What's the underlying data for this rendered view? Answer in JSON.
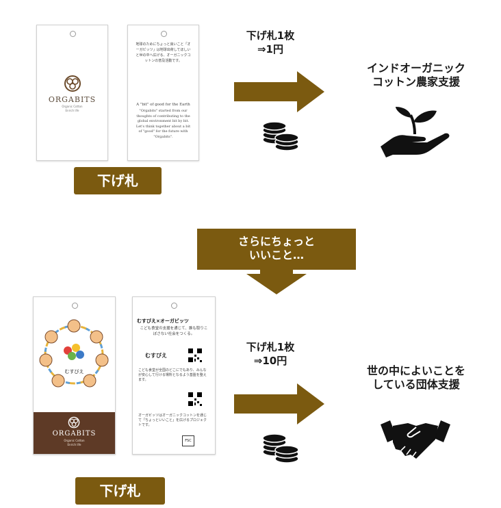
{
  "colors": {
    "accent": "#7b5a10",
    "accent_light": "#8a6714",
    "tag_brown": "#5e3a26"
  },
  "top": {
    "tag_front": {
      "brand": "ORGABITS",
      "subtitle": "Organic Cotton",
      "sub2": "Enrich life"
    },
    "tag_back": {
      "text_jp": "地球のためにちょっと良いこと「オーガビッツ」は地球出荷してほしいと世の中へ広げる、オーガニックコットンの普及活動です。",
      "text_en_title": "A \"bit\" of good for the Earth",
      "text_en": "\"Orgabits\" started from our thoughts of contributing to the global environment bit by bit. Let's think together about a bit of \"good\" for the future with \"Orgabits\"."
    },
    "label": "下げ札",
    "price_line1": "下げ札1枚",
    "price_line2": "⇒1円",
    "result_line1": "インドオーガニック",
    "result_line2": "コットン農家支援",
    "coins_icon": "coins-icon",
    "support_icon": "hand-plant-icon"
  },
  "middle": {
    "line1": "さらにちょっと",
    "line2": "いいこと…"
  },
  "bottom": {
    "tag_front": {
      "brand": "ORGABITS",
      "subtitle": "Organic Cotton",
      "sub2": "Enrich life",
      "mascot_text": "むすびえ"
    },
    "tag_back": {
      "title": "むすびえ×オーガビッツ",
      "intro": "こども食堂の支援を通じて、誰も取りこぼさない社会をつくる。",
      "logo_text": "むすびえ",
      "body1": "こども食堂が全国のどこにでもあり、みんなが安心して行ける場所となるよう基盤を整えます。",
      "body2": "オーガビッツはオーガニックコットンを通じて「ちょっといいこと」を広げるプロジェクトです。",
      "fsc": "FSC"
    },
    "label": "下げ札",
    "price_line1": "下げ札1枚",
    "price_line2": "⇒10円",
    "result_line1": "世の中によいことを",
    "result_line2": "している団体支援",
    "coins_icon": "coins-icon",
    "support_icon": "handshake-icon"
  }
}
